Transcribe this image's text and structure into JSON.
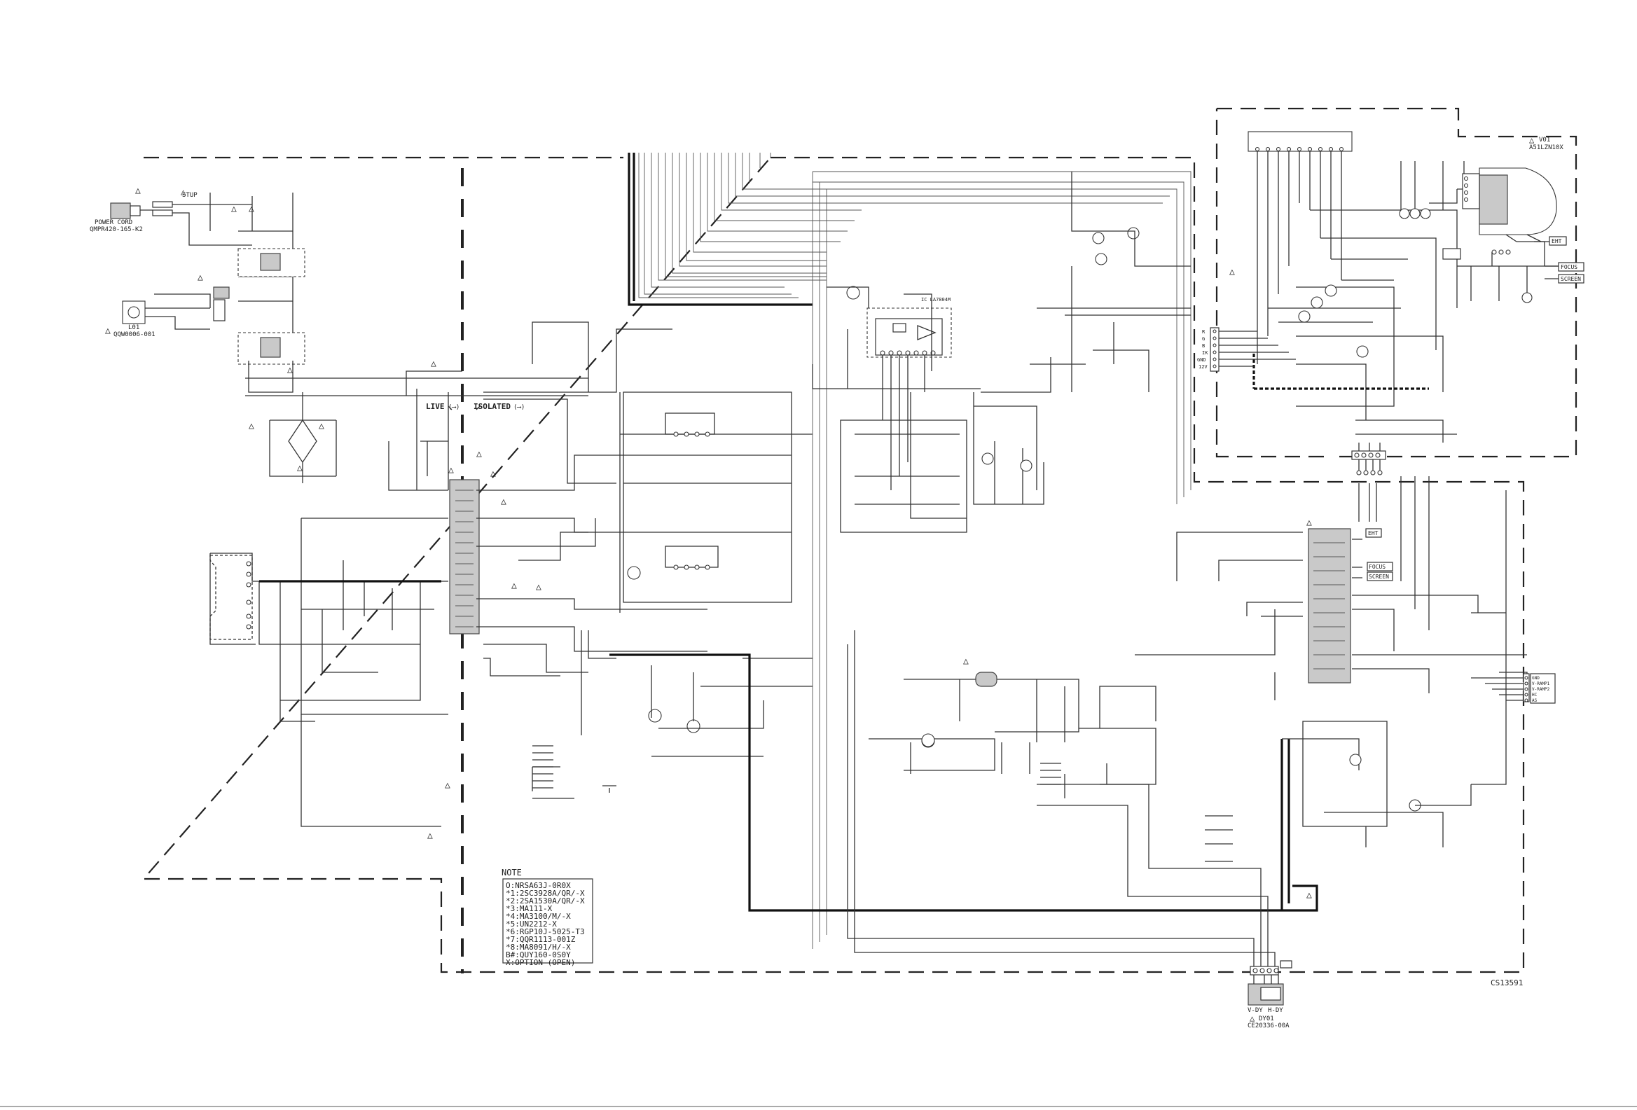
{
  "power_cord": {
    "label": "POWER CORD",
    "part": "QMPR420-165-K2"
  },
  "l01": {
    "label": "L01",
    "part": "QQW0006-001"
  },
  "isolation": {
    "live": "LIVE",
    "isolated": "ISOLATED"
  },
  "ic_label": "IC LA7804M",
  "crt": {
    "ref": "V01",
    "part": "A51LZN10X"
  },
  "crt_outputs": {
    "eht": "EHT",
    "focus": "FOCUS",
    "screen": "SCREEN"
  },
  "fbt_outputs": {
    "eht": "EHT",
    "focus": "FOCUS",
    "screen": "SCREEN"
  },
  "connector_pins": [
    "R",
    "G",
    "B",
    "IK",
    "GND",
    "12V"
  ],
  "yoke_connector_pins": [
    "GND",
    "V-RAMP1",
    "V-RAMP2",
    "HC",
    "AS"
  ],
  "deflection_yoke": {
    "ref": "DY01",
    "part": "CE20336-00A",
    "v_label": "V-DY",
    "h_label": "H-DY"
  },
  "note": {
    "title": "NOTE",
    "lines": [
      "O:NRSA63J-0R0X",
      "*1:2SC3928A/QR/-X",
      "*2:2SA1530A/QR/-X",
      "*3:MA111-X",
      "*4:MA3100/M/-X",
      "*5:UN2212-X",
      "*6:RGP10J-5025-T3",
      "*7:QQR1113-001Z",
      "*8:MA8091/H/-X",
      "B#:QUY160-0S0Y",
      "X:OPTION (OPEN)"
    ]
  },
  "drawing_code": "CS13591"
}
